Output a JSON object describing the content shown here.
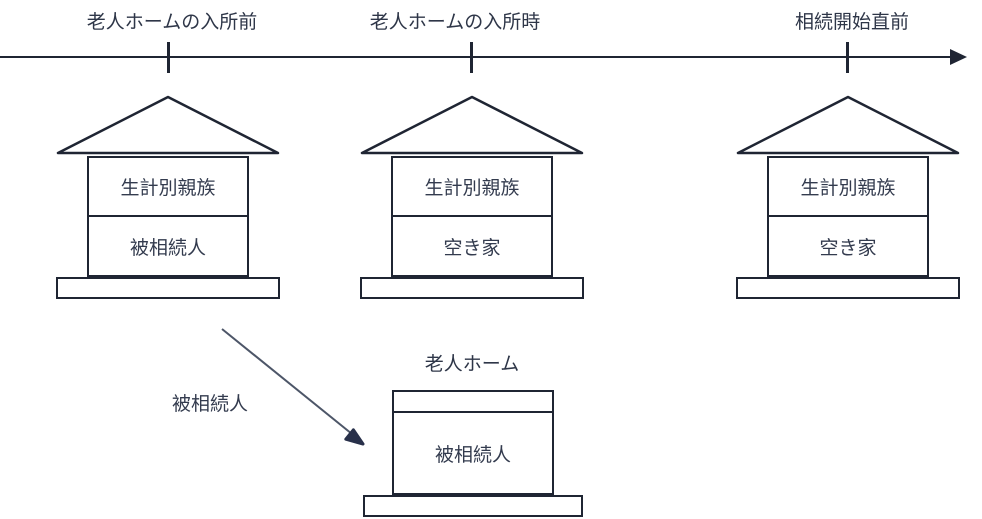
{
  "diagram": {
    "title": "vacant-house timeline diagram",
    "colors": {
      "line": "#1f2533",
      "text": "#333b4e",
      "arrow_line": "#4d5668",
      "arrow_head": "#28304a",
      "background": "#ffffff"
    }
  },
  "timeline": {
    "labels": [
      {
        "text": "老人ホームの入所前"
      },
      {
        "text": "老人ホームの入所時"
      },
      {
        "text": "相続開始直前"
      }
    ]
  },
  "houses": [
    {
      "upper": "生計別親族",
      "lower": "被相続人"
    },
    {
      "upper": "生計別親族",
      "lower": "空き家"
    },
    {
      "upper": "生計別親族",
      "lower": "空き家"
    }
  ],
  "move": {
    "arrow_label": "被相続人",
    "destination_title": "老人ホーム",
    "destination_occupant": "被相続人"
  }
}
